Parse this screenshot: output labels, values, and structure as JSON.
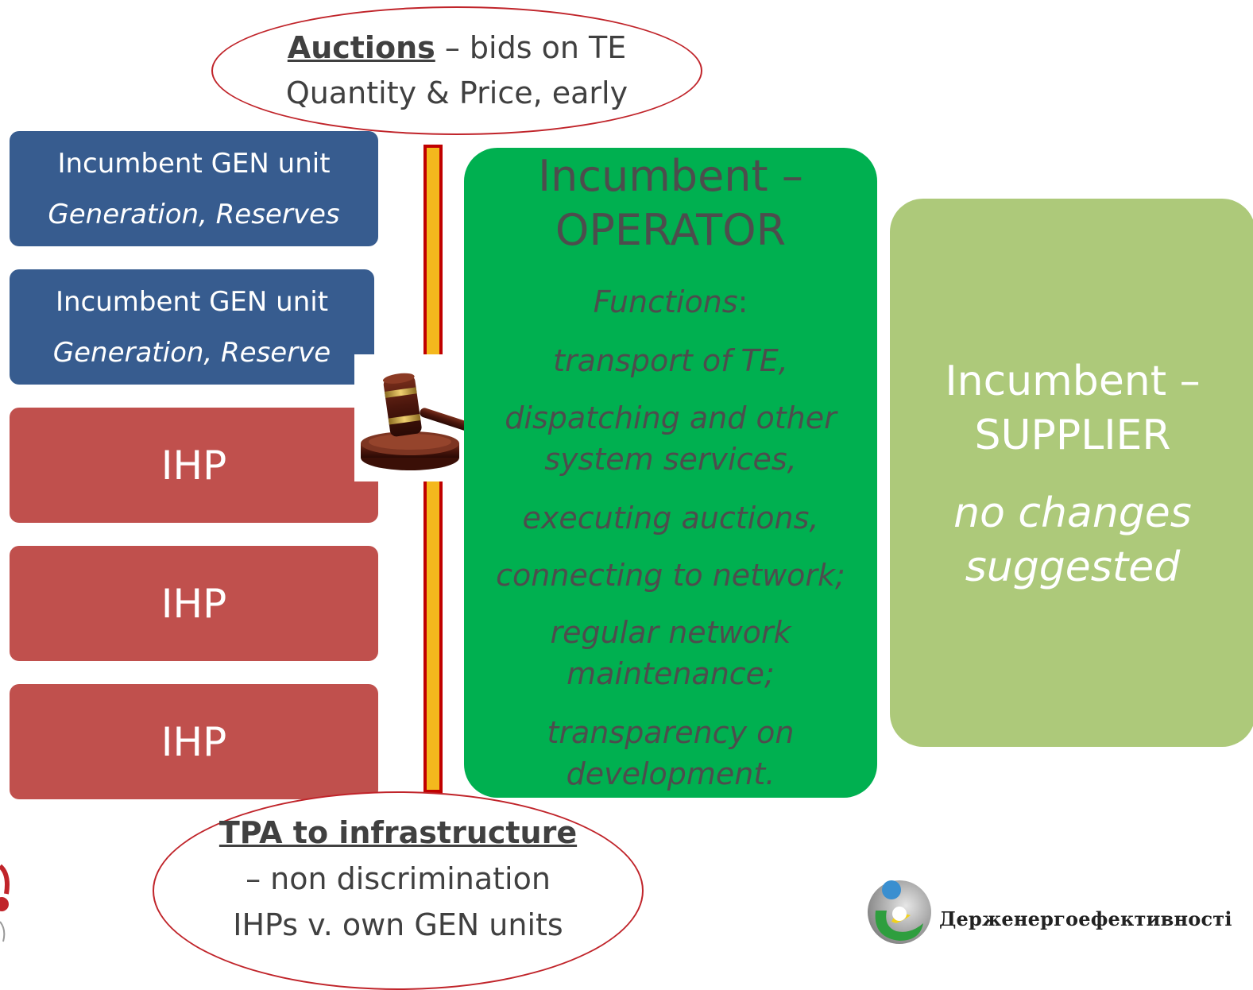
{
  "auctions": {
    "title": "Auctions",
    "line1_rest": " – bids on TE",
    "line2": "Quantity & Price, early"
  },
  "tpa": {
    "title": "TPA to infrastructure",
    "line2": "– non discrimination",
    "line3": "IHPs v. own GEN units"
  },
  "gen_units": [
    {
      "name": "Incumbent GEN unit",
      "role": "Generation, Reserves"
    },
    {
      "name": "Incumbent GEN unit",
      "role": "Generation, Reserve"
    }
  ],
  "ihp": [
    "IHP",
    "IHP",
    "IHP"
  ],
  "operator": {
    "title_line1": "Incumbent –",
    "title_line2": "OPERATOR",
    "functions_label": "Functions",
    "functions_colon": ":",
    "functions": [
      "transport of TE,",
      "dispatching and other",
      "system services,",
      "executing auctions,",
      "connecting to network;",
      "regular network",
      "maintenance;",
      "transparency on",
      "development."
    ]
  },
  "supplier": {
    "title_line1": "Incumbent –",
    "title_line2": "SUPPLIER",
    "note_line1": "no changes",
    "note_line2": "suggested"
  },
  "logo": {
    "text": "Держенергоефективності",
    "icon": "agency-logo-icon"
  },
  "icons": {
    "gavel": "gavel-icon"
  },
  "colors": {
    "gen_blue": "#375c8f",
    "ihp_red": "#c0504d",
    "operator_green": "#00b050",
    "supplier_green": "#adc97a",
    "divider_fill": "#f4b81d",
    "divider_border": "#c00000",
    "ellipse_border": "#c0242a"
  }
}
